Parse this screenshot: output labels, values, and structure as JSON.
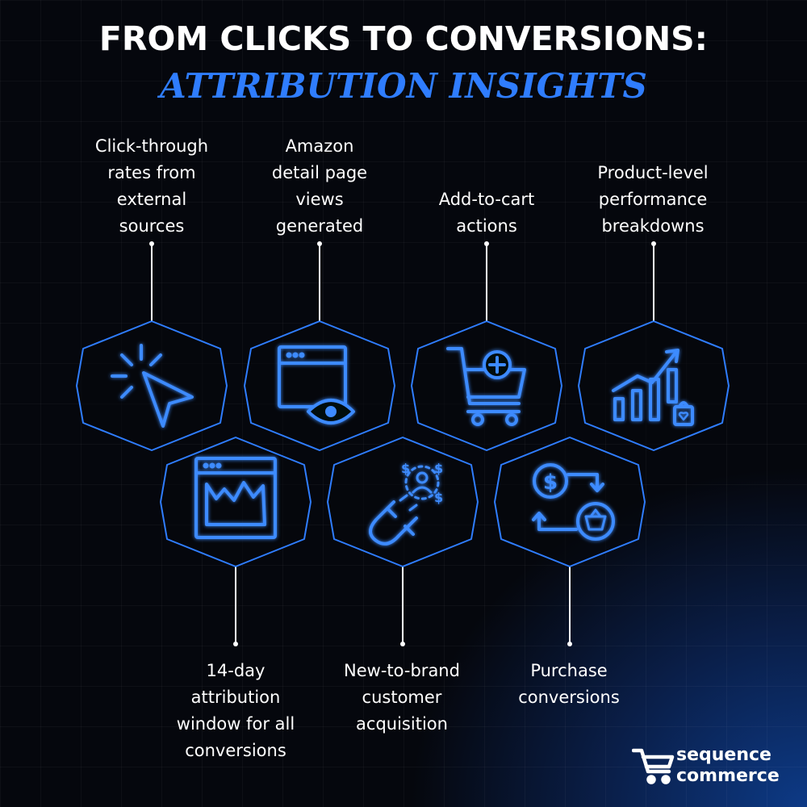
{
  "title": {
    "line1": "FROM CLICKS TO CONVERSIONS:",
    "line2": "ATTRIBUTION INSIGHTS"
  },
  "items": [
    {
      "lines": [
        "Click-through",
        "rates from",
        "external",
        "sources"
      ],
      "icon": "cursor-click-icon"
    },
    {
      "lines": [
        "Amazon",
        "detail page",
        "views",
        "generated"
      ],
      "icon": "browser-eye-icon"
    },
    {
      "lines": [
        "Add-to-cart",
        "actions"
      ],
      "icon": "cart-plus-icon"
    },
    {
      "lines": [
        "Product-level",
        "performance",
        "breakdowns"
      ],
      "icon": "bar-chart-bag-icon"
    },
    {
      "lines": [
        "14-day",
        "attribution",
        "window for all",
        "conversions"
      ],
      "icon": "browser-chart-icon"
    },
    {
      "lines": [
        "New-to-brand",
        "customer",
        "acquisition"
      ],
      "icon": "magnet-customer-icon"
    },
    {
      "lines": [
        "Purchase",
        "conversions"
      ],
      "icon": "dollar-basket-cycle-icon"
    }
  ],
  "logo": {
    "line1": "sequence",
    "line2": "commerce"
  },
  "colors": {
    "accent": "#2f7dff",
    "icon": "#3d8bff",
    "background": "#05070d"
  }
}
